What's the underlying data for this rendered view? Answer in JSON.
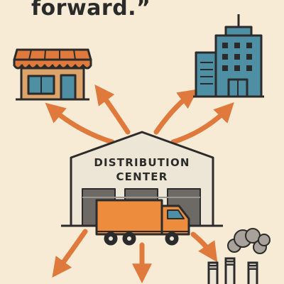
{
  "headline": {
    "text": "forward.”"
  },
  "warehouse": {
    "label_line1": "DISTRIBUTION",
    "label_line2": "CENTER"
  },
  "icons": {
    "store": "storefront-icon",
    "office": "office-building-icon",
    "truck": "delivery-truck-icon",
    "factory": "factory-icon"
  },
  "colors": {
    "background": "#f7ebd6",
    "arrow": "#e07a3c",
    "truck": "#ec8c3c",
    "awning": "#e07a3c",
    "building": "#4e8fa3",
    "outline": "#2b2b2b",
    "warehouse": "#ede6d6",
    "smoke": "#a8a29a"
  }
}
